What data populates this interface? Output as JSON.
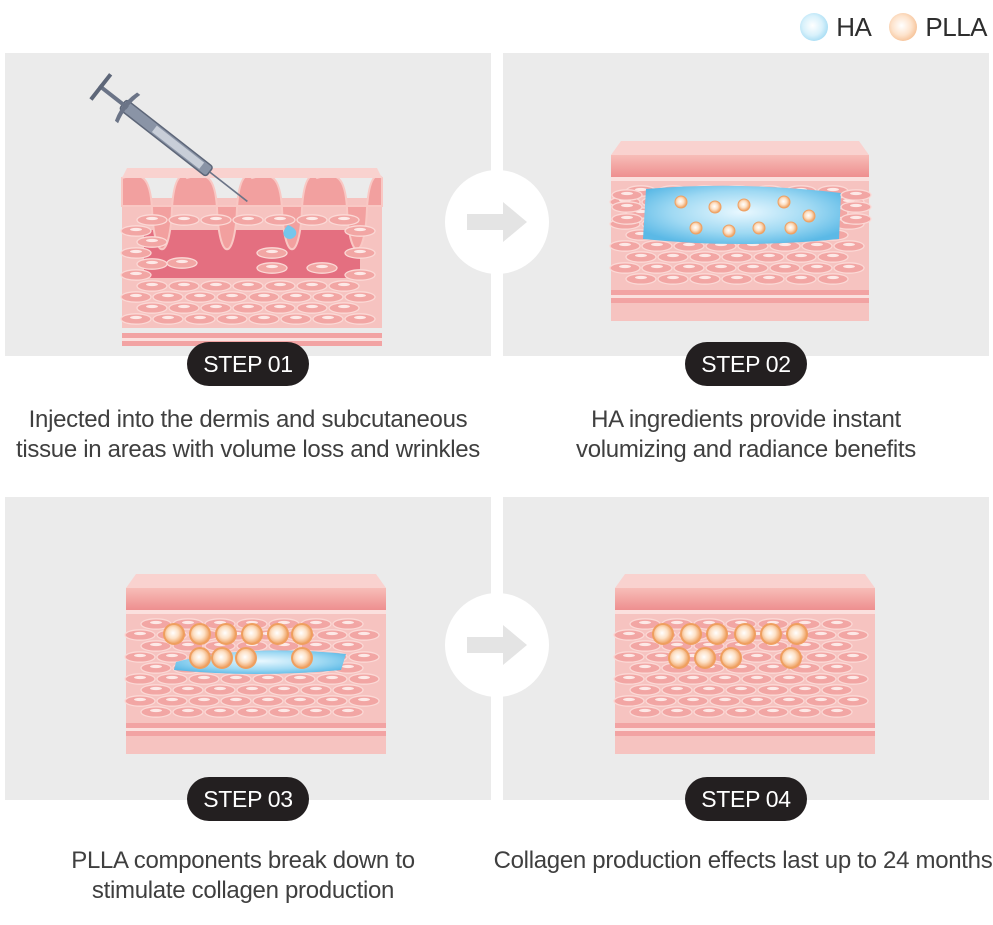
{
  "legend": {
    "items": [
      {
        "label": "HA",
        "color": "#7ccbee"
      },
      {
        "label": "PLLA",
        "color": "#f0a56a"
      }
    ]
  },
  "steps": [
    {
      "badge": "STEP 01",
      "line1": "Injected into the dermis and subcutaneous",
      "line2": "tissue in areas with volume loss and wrinkles"
    },
    {
      "badge": "STEP 02",
      "line1": "HA ingredients provide instant",
      "line2": "volumizing and radiance benefits"
    },
    {
      "badge": "STEP 03",
      "line1": "PLLA components break down to",
      "line2": "stimulate collagen production"
    },
    {
      "badge": "STEP 04",
      "line1": "Collagen production effects last up to 24 months",
      "line2": ""
    }
  ],
  "colors": {
    "panel_bg": "#ebebeb",
    "skin_top": "#f4a9a6",
    "skin_cell": "#f2a6a4",
    "dermis_gap": "#e46f80",
    "ha_fill": "#74c6ec",
    "plla_fill": "#f3b07c",
    "badge_bg": "#231f20"
  },
  "icons": {
    "arrow": "right-arrow-icon",
    "syringe": "syringe-icon"
  }
}
